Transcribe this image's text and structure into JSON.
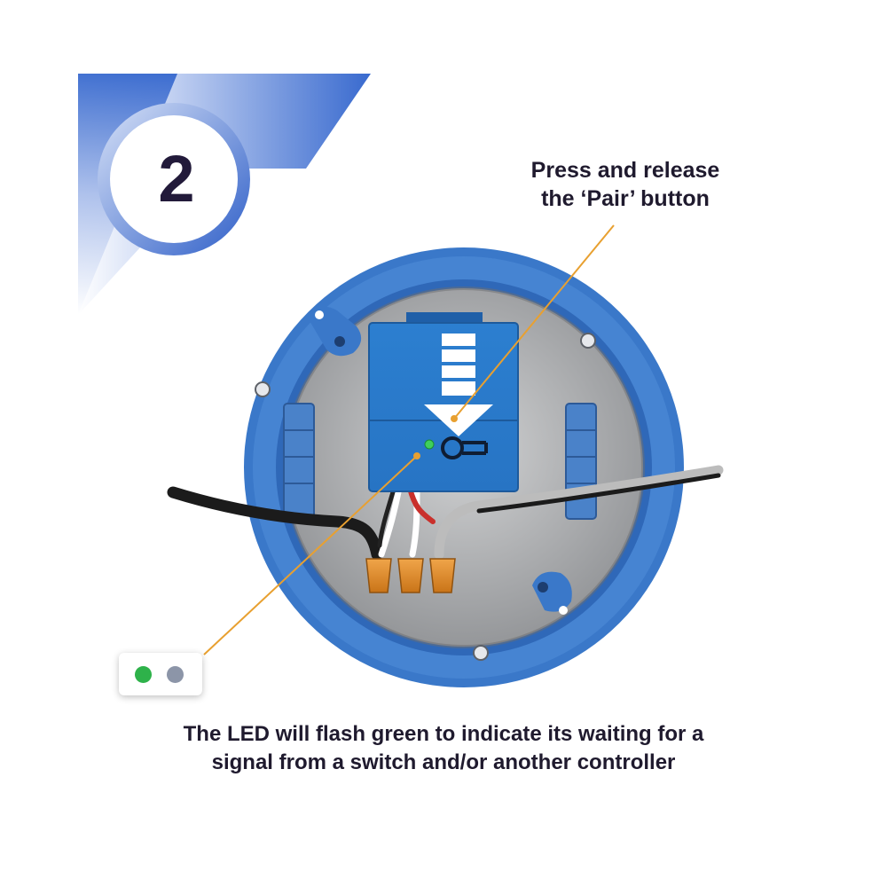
{
  "step": {
    "number": "2"
  },
  "callout_top": {
    "line1": "Press and release",
    "line2": "the ‘Pair’ button"
  },
  "caption": {
    "line1": "The LED will flash green to indicate its waiting for a",
    "line2": "signal from a switch and/or another controller"
  },
  "led_indicator": {
    "states": [
      "green",
      "grey"
    ]
  },
  "colors": {
    "brand_blue": "#2f6fd0",
    "box_blue": "#3a78c9",
    "module_blue": "#2e7fcf",
    "callout_line": "#e8a030",
    "led_green": "#2eb24a",
    "led_grey": "#8c95a8",
    "text_dark": "#1f1a2e"
  },
  "icons": [
    "down-arrow-icon",
    "pair-button-icon"
  ]
}
